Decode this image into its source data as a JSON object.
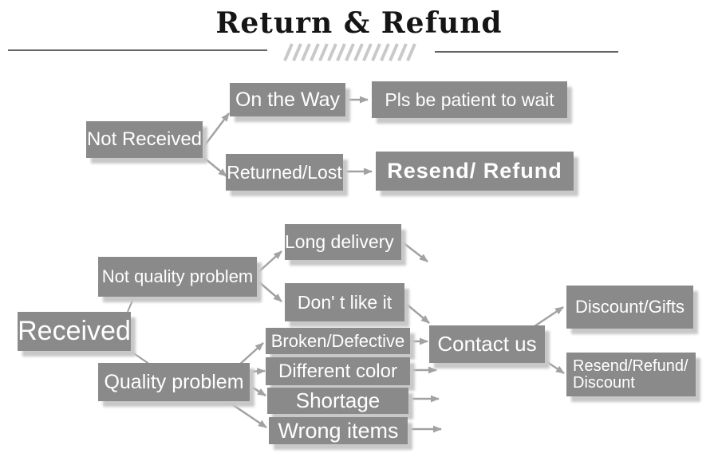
{
  "title": "Return & Refund",
  "colors": {
    "box_fill": "#8a8a8a",
    "box_text": "#ffffff",
    "box_shadow": "#c8c8c8",
    "arrow": "#a2a2a2",
    "rule_line": "#646464",
    "hatch": "#c9c9c9",
    "title_text": "#151515"
  },
  "nodes": {
    "not_received": {
      "label": "Not Received"
    },
    "on_the_way": {
      "label": "On the Way"
    },
    "pls_be_patient": {
      "label": "Pls be patient to wait"
    },
    "returned_lost": {
      "label": "Returned/Lost"
    },
    "resend_refund": {
      "label": "Resend/ Refund"
    },
    "received": {
      "label": "Received"
    },
    "not_quality_problem": {
      "label": "Not quality problem"
    },
    "long_delivery": {
      "label": "Long delivery"
    },
    "dont_like_it": {
      "label": "Don' t like it"
    },
    "quality_problem": {
      "label": "Quality problem"
    },
    "broken_defective": {
      "label": "Broken/Defective"
    },
    "different_color": {
      "label": "Different color"
    },
    "shortage": {
      "label": "Shortage"
    },
    "wrong_items": {
      "label": "Wrong items"
    },
    "contact_us": {
      "label": "Contact us"
    },
    "discount_gifts": {
      "label": "Discount/Gifts"
    },
    "resend_refund_discount": {
      "line1": "Resend/Refund/",
      "line2": "Discount"
    }
  },
  "edges": [
    {
      "from": "not_received",
      "to": "on_the_way"
    },
    {
      "from": "not_received",
      "to": "returned_lost"
    },
    {
      "from": "on_the_way",
      "to": "pls_be_patient"
    },
    {
      "from": "returned_lost",
      "to": "resend_refund"
    },
    {
      "from": "received",
      "to": "not_quality_problem"
    },
    {
      "from": "received",
      "to": "quality_problem"
    },
    {
      "from": "not_quality_problem",
      "to": "long_delivery"
    },
    {
      "from": "not_quality_problem",
      "to": "dont_like_it"
    },
    {
      "from": "long_delivery",
      "to": "contact_us"
    },
    {
      "from": "dont_like_it",
      "to": "contact_us"
    },
    {
      "from": "quality_problem",
      "to": "broken_defective"
    },
    {
      "from": "quality_problem",
      "to": "different_color"
    },
    {
      "from": "quality_problem",
      "to": "shortage"
    },
    {
      "from": "quality_problem",
      "to": "wrong_items"
    },
    {
      "from": "broken_defective",
      "to": "contact_us"
    },
    {
      "from": "different_color",
      "to": "contact_us"
    },
    {
      "from": "shortage",
      "to": "contact_us"
    },
    {
      "from": "wrong_items",
      "to": "contact_us"
    },
    {
      "from": "contact_us",
      "to": "discount_gifts"
    },
    {
      "from": "contact_us",
      "to": "resend_refund_discount"
    }
  ]
}
